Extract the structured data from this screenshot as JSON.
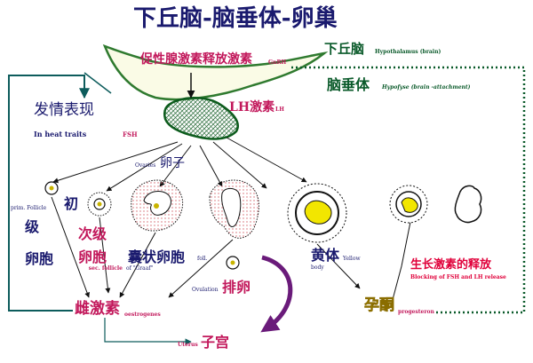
{
  "title": "下丘脑-脑垂体-卵巢",
  "colors": {
    "navy": "#1a1a6e",
    "green": "#0a5a2a",
    "magenta": "#c2185b",
    "red": "#e0003a",
    "yellow": "#f2e600",
    "purple": "#6a1b7a",
    "teal": "#0d5c5c"
  },
  "hypothalamus": {
    "cn": "下丘脑",
    "en": "Hypothalamus (brain)"
  },
  "pituitary": {
    "cn": "脑垂体",
    "en": "Hypofyse (brain -attachment)"
  },
  "gnrh": {
    "cn": "促性腺激素释放激素",
    "sub": "GnRH"
  },
  "lh": {
    "cn": "LH激素",
    "sub": "LH"
  },
  "fsh": "FSH",
  "heat": {
    "cn": "发情表现",
    "en": "In heat traits"
  },
  "ovaries": {
    "en": "Ovaries",
    "cn": "卵子"
  },
  "primary_follicle": {
    "en": "prim. Follicle",
    "cn1": "初",
    "cn2": "级",
    "cn3": "卵胞"
  },
  "secondary_follicle": {
    "cn1": "次级",
    "cn2": "卵胞",
    "en": "sec. follicle"
  },
  "graafian": {
    "cn": "囊状卵胞",
    "en": "of \"Graaf\"",
    "prefix": "foll."
  },
  "corpus_luteum": {
    "cn": "黄体",
    "en1": "Yellow",
    "en2": "body"
  },
  "ovulation": {
    "en": "Ovulation",
    "cn": "排卵"
  },
  "growth": {
    "cn": "生长激素的释放",
    "en": "Blocking of FSH and LH release"
  },
  "estrogen": {
    "cn": "雌激素",
    "sub": "oestrogenes"
  },
  "progesterone": {
    "cn": "孕酮",
    "sub": "progesteron"
  },
  "uterus": {
    "en": "Uterus",
    "cn": "子宫"
  }
}
